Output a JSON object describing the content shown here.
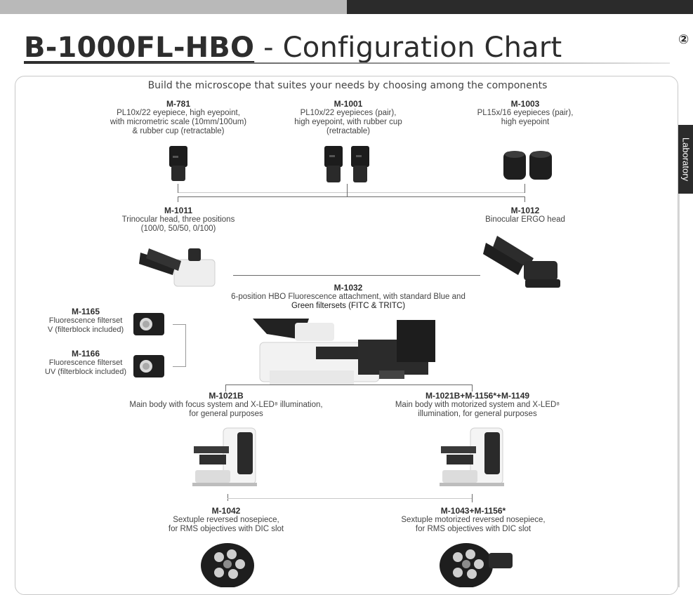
{
  "header": {
    "title_bold": "B-1000FL-HBO",
    "title_rest": " - Configuration Chart",
    "chapter_number": "②",
    "side_tab": "Laboratory"
  },
  "subtitle": "Build the microscope that suites your needs by choosing among the components",
  "components": {
    "m781": {
      "code": "M-781",
      "lines": [
        "PL10x/22 eyepiece, high eyepoint,",
        "with micrometric scale (10mm/100um)",
        "& rubber cup (retractable)"
      ]
    },
    "m1001": {
      "code": "M-1001",
      "lines": [
        "PL10x/22 eyepieces (pair),",
        "high eyepoint, with rubber cup",
        "(retractable)"
      ]
    },
    "m1003": {
      "code": "M-1003",
      "lines": [
        "PL15x/16 eyepieces (pair),",
        "high eyepoint"
      ]
    },
    "m1011": {
      "code": "M-1011",
      "lines": [
        "Trinocular head, three positions",
        "(100/0, 50/50, 0/100)"
      ]
    },
    "m1012": {
      "code": "M-1012",
      "lines": [
        "Binocular ERGO head"
      ]
    },
    "m1032": {
      "code": "M-1032",
      "lines": [
        "6-position HBO Fluorescence attachment, with standard Blue and",
        "Green filtersets (FITC & TRITC)"
      ]
    },
    "m1165": {
      "code": "M-1165",
      "lines": [
        "Fluorescence filterset",
        "V (filterblock included)"
      ]
    },
    "m1166": {
      "code": "M-1166",
      "lines": [
        "Fluorescence filterset",
        "UV (filterblock included)"
      ]
    },
    "m1021b": {
      "code": "M-1021B",
      "lines": [
        "Main body with focus system and X-LED⁸ illumination,",
        "for general purposes"
      ]
    },
    "m1021b_motor": {
      "code": "M-1021B+M-1156*+M-1149",
      "lines": [
        "Main body with motorized system and X-LED⁸",
        "illumination, for general purposes"
      ]
    },
    "m1042": {
      "code": "M-1042",
      "lines": [
        "Sextuple reversed nosepiece,",
        "for RMS objectives with DIC slot"
      ]
    },
    "m1043": {
      "code": "M-1043+M-1156*",
      "lines": [
        "Sextuple motorized reversed nosepiece,",
        "for RMS objectives with DIC slot"
      ]
    }
  },
  "colors": {
    "dark_bar": "#2b2b2b",
    "light_bar": "#b9b9b9",
    "connector": "#6a6a6a"
  }
}
